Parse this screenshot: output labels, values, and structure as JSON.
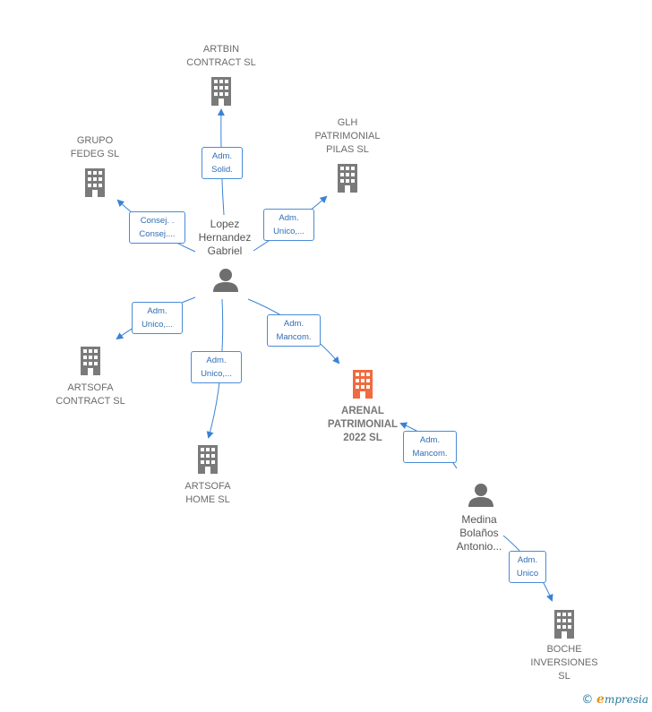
{
  "colors": {
    "edge": "#3a82d4",
    "company": "#7a7a7a",
    "company_main": "#f26a3d",
    "person": "#6e6e6e",
    "footer_accent": "#e8951c"
  },
  "companies": [
    {
      "id": "artbin",
      "label": "ARTBIN\nCONTRACT  SL",
      "main": false
    },
    {
      "id": "grupo",
      "label": "GRUPO\nFEDEG SL",
      "main": false
    },
    {
      "id": "glh",
      "label": "GLH\nPATRIMONIAL\nPILAS  SL",
      "main": false
    },
    {
      "id": "artsofa_contract",
      "label": "ARTSOFA\nCONTRACT  SL",
      "main": false
    },
    {
      "id": "artsofa_home",
      "label": "ARTSOFA\nHOME  SL",
      "main": false
    },
    {
      "id": "arenal",
      "label": "ARENAL\nPATRIMONIAL\n2022  SL",
      "main": true
    },
    {
      "id": "boche",
      "label": "BOCHE\nINVERSIONES\nSL",
      "main": false
    }
  ],
  "persons": [
    {
      "id": "lopez",
      "label": "Lopez\nHernandez\nGabriel"
    },
    {
      "id": "medina",
      "label": "Medina\nBolaños\nAntonio..."
    }
  ],
  "edges": [
    {
      "id": "e1",
      "label": "Adm.\nSolid."
    },
    {
      "id": "e2",
      "label": "Consej. .\nConsej...."
    },
    {
      "id": "e3",
      "label": "Adm.\nUnico,..."
    },
    {
      "id": "e4",
      "label": "Adm.\nUnico,..."
    },
    {
      "id": "e5",
      "label": "Adm.\nUnico,..."
    },
    {
      "id": "e6",
      "label": "Adm.\nMancom."
    },
    {
      "id": "e7",
      "label": "Adm.\nMancom."
    },
    {
      "id": "e8",
      "label": "Adm.\nUnico"
    }
  ],
  "footer": {
    "copyright": "©",
    "brand_initial": "e",
    "brand_rest": "mpresia"
  }
}
